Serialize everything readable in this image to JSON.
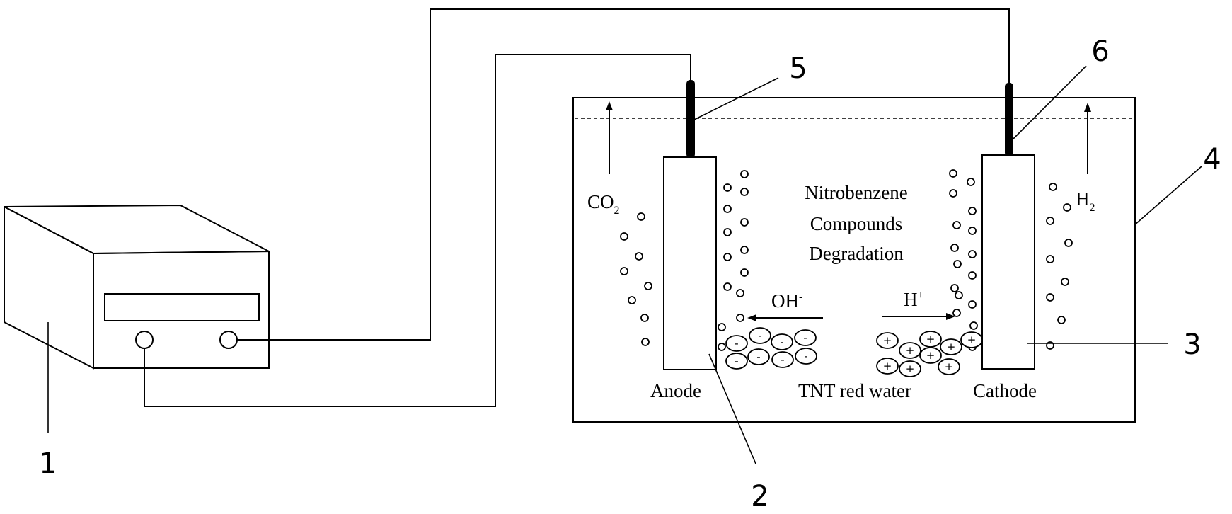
{
  "labels": {
    "anode": "Anode",
    "cathode": "Cathode",
    "solution": "TNT red water",
    "process_line1": "Nitrobenzene",
    "process_line2": "Compounds",
    "process_line3": "Degradation",
    "co2_base": "CO",
    "co2_sub": "2",
    "h2_base": "H",
    "h2_sub": "2",
    "oh_base": "OH",
    "oh_sup": "-",
    "h_base": "H",
    "h_sup": "+",
    "neg_sign": "-",
    "pos_sign": "+"
  },
  "callouts": {
    "power_supply": "1",
    "anode_plate": "2",
    "cathode_plate": "3",
    "tank": "4",
    "anode_rod": "5",
    "cathode_rod": "6"
  }
}
